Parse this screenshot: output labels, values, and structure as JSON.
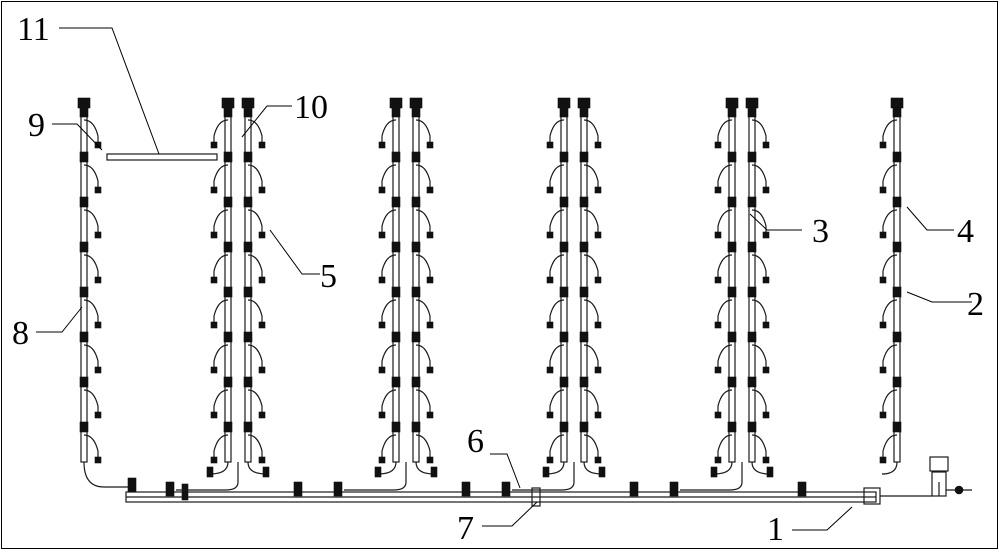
{
  "diagram": {
    "callouts": [
      "1",
      "2",
      "3",
      "4",
      "5",
      "6",
      "7",
      "8",
      "9",
      "10",
      "11"
    ],
    "line_color": "#1a1a1a",
    "background": "#ffffff"
  }
}
